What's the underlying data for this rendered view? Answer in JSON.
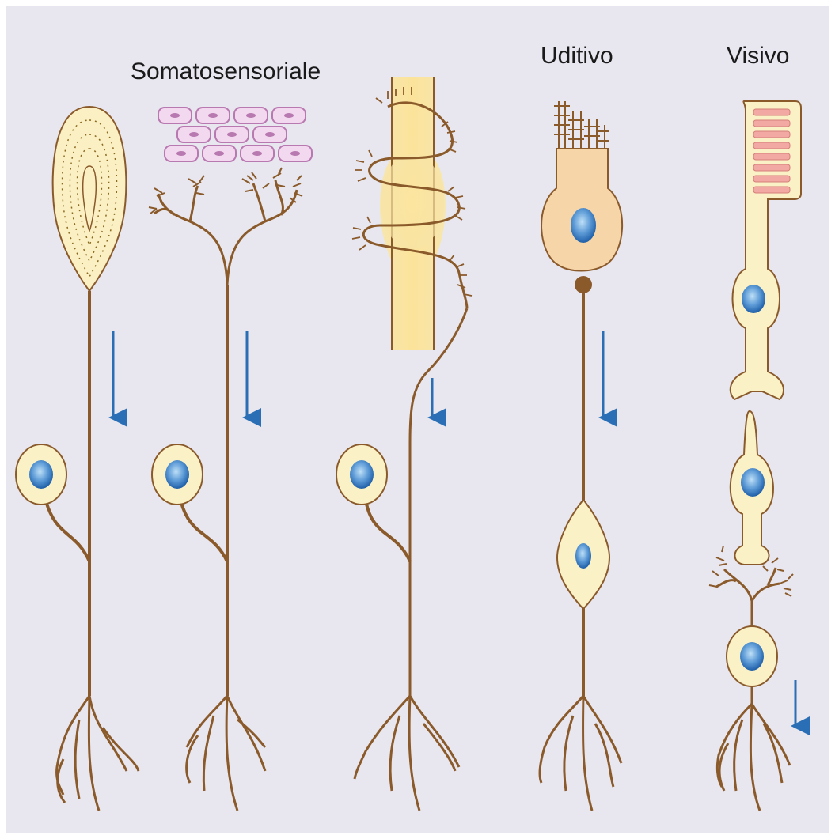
{
  "labels": {
    "somatosensory": "Somatosensoriale",
    "auditory": "Uditivo",
    "visual": "Visivo"
  },
  "colors": {
    "background": "#e8e7ef",
    "axon": "#8a5a2b",
    "cell_fill": "#fbf1c6",
    "cell_stroke": "#8a5a2b",
    "nucleus_inner": "#8fc3ea",
    "nucleus_outer": "#1f5fa8",
    "arrow": "#2a6fb5",
    "skin_cells": "#f3d9ef",
    "skin_cell_stroke": "#b878b0",
    "hair_fill": "#f7e8a8",
    "hair_cell_fill": "#f6d5a8",
    "rod_discs": "#f2a9a3"
  },
  "icons": {
    "arrow": "down-arrow-icon"
  }
}
